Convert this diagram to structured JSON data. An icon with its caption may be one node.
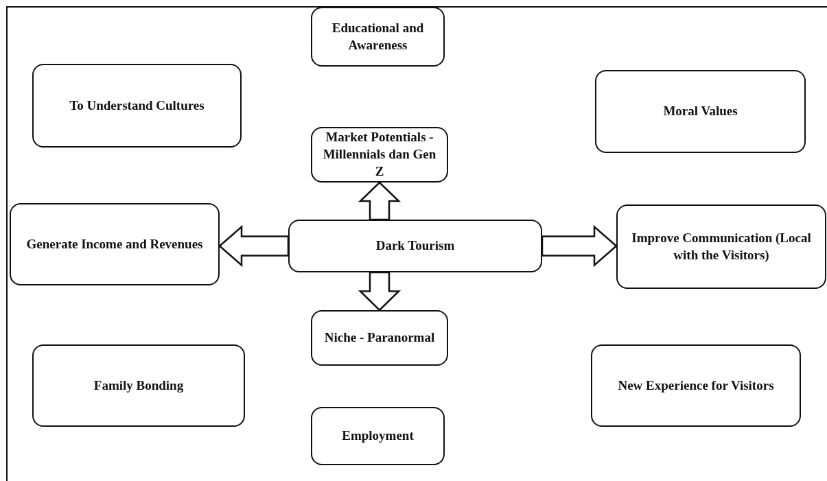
{
  "diagram": {
    "nodes": [
      {
        "text": [
          "Educational and Awareness"
        ]
      },
      {
        "text": [
          "To Understand Cultures"
        ]
      },
      {
        "text": [
          "Moral Values"
        ]
      },
      {
        "text": [
          "Market Potentials - Millennials dan Gen Z"
        ]
      },
      {
        "text": [
          "Generate Income and Revenues"
        ]
      },
      {
        "text": [
          "Dark Tourism"
        ]
      },
      {
        "text": [
          "Improve Communication (Local with the Visitors)"
        ]
      },
      {
        "text": [
          "Niche - Paranormal"
        ]
      },
      {
        "text": [
          "Family Bonding"
        ]
      },
      {
        "text": [
          "New Experience for Visitors"
        ]
      },
      {
        "text": [
          "Employment"
        ]
      }
    ],
    "edges": [
      {
        "from": 5,
        "to": 3,
        "arrow": "to"
      },
      {
        "from": 5,
        "to": 4,
        "arrow": "to"
      },
      {
        "from": 5,
        "to": 6,
        "arrow": "to"
      },
      {
        "from": 5,
        "to": 7,
        "arrow": "to"
      }
    ]
  }
}
